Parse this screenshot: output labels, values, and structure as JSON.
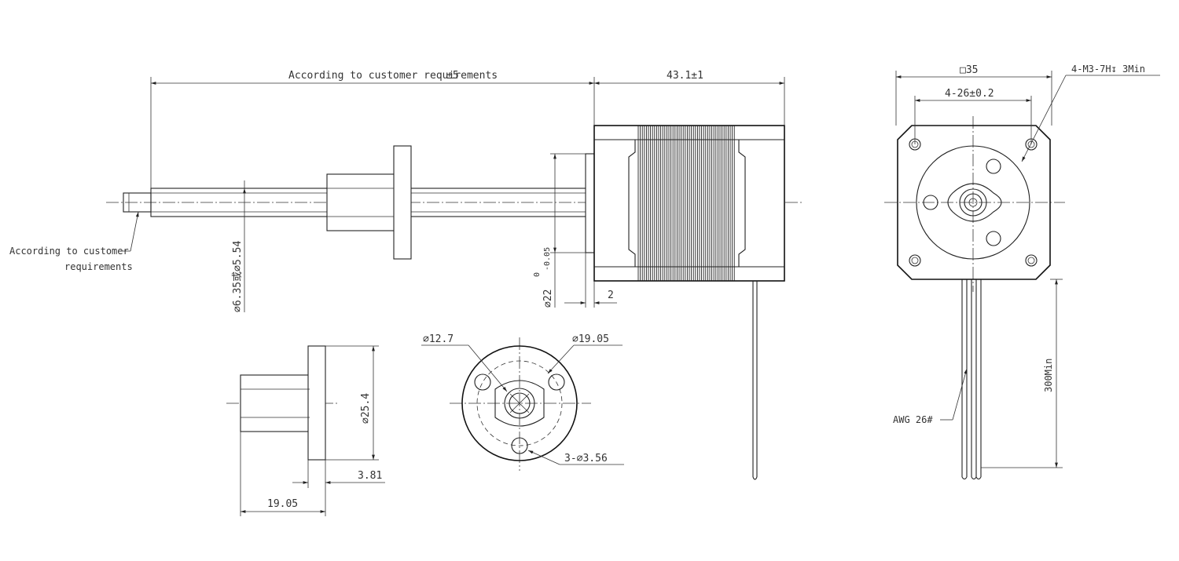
{
  "side_view": {
    "length_label": "According to customer requirements",
    "length_overlap": "±5",
    "body_length": "43.1±1",
    "shaft_diameter": "∅6.35或∅5.54",
    "pilot_diameter": "∅22",
    "pilot_tol_upper": "0",
    "pilot_tol_lower": "-0.05",
    "pilot_height": "2",
    "tip_label_line1": "According to customer",
    "tip_label_line2": "requirements"
  },
  "front_view": {
    "square_size": "□35",
    "hole_spacing": "4-26±0.2",
    "mount_holes": "4-M3-7H↧ 3Min",
    "lead_length": "300Min",
    "wire_gauge": "AWG 26#"
  },
  "nut_side_view": {
    "flange_diameter": "∅25.4",
    "flange_thickness": "3.81",
    "nut_length": "19.05"
  },
  "nut_front_view": {
    "bore_diameter": "∅12.7",
    "bolt_circle": "∅19.05",
    "holes": "3-∅3.56"
  }
}
